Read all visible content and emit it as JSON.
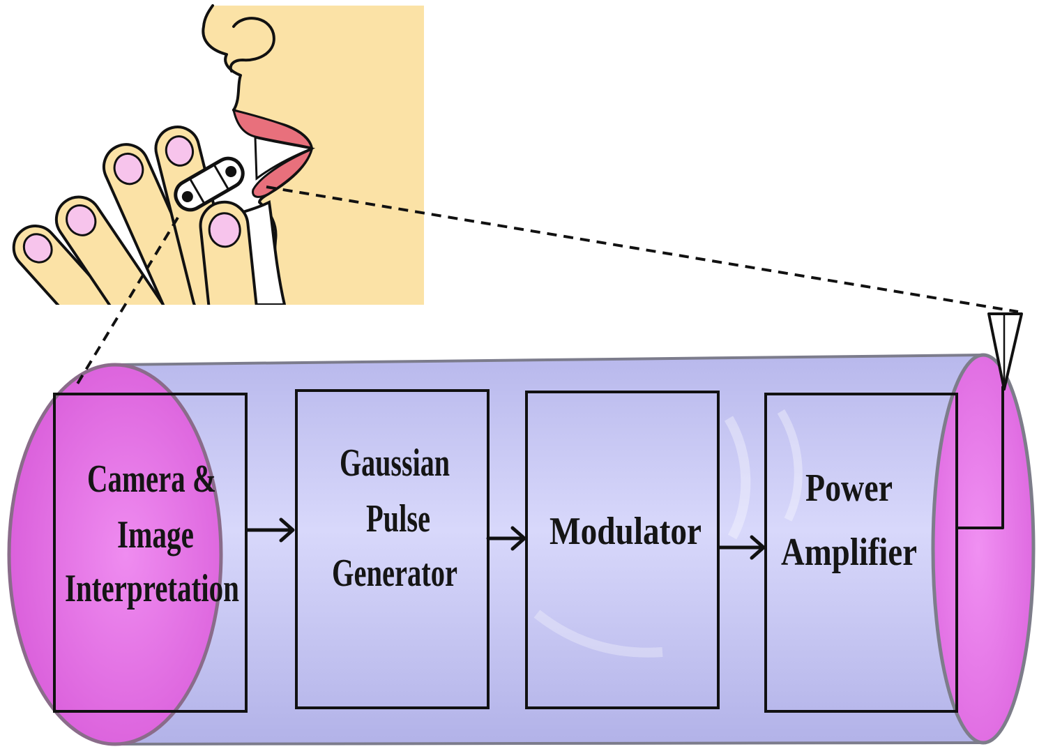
{
  "blocks": [
    {
      "id": "camera",
      "lines": [
        "Camera &",
        "Image",
        "Interpretation"
      ]
    },
    {
      "id": "pulse-generator",
      "lines": [
        "Gaussian",
        "Pulse",
        "Generator"
      ]
    },
    {
      "id": "modulator",
      "lines": [
        "Modulator"
      ]
    },
    {
      "id": "power-amplifier",
      "lines": [
        "Power",
        "Amplifier"
      ]
    }
  ],
  "colors": {
    "face": "#fbe2a6",
    "lips": "#e8707c",
    "nails": "#f7c4ec",
    "end_cap": "#e274e6",
    "capsule_body": "#c8c8f4"
  }
}
